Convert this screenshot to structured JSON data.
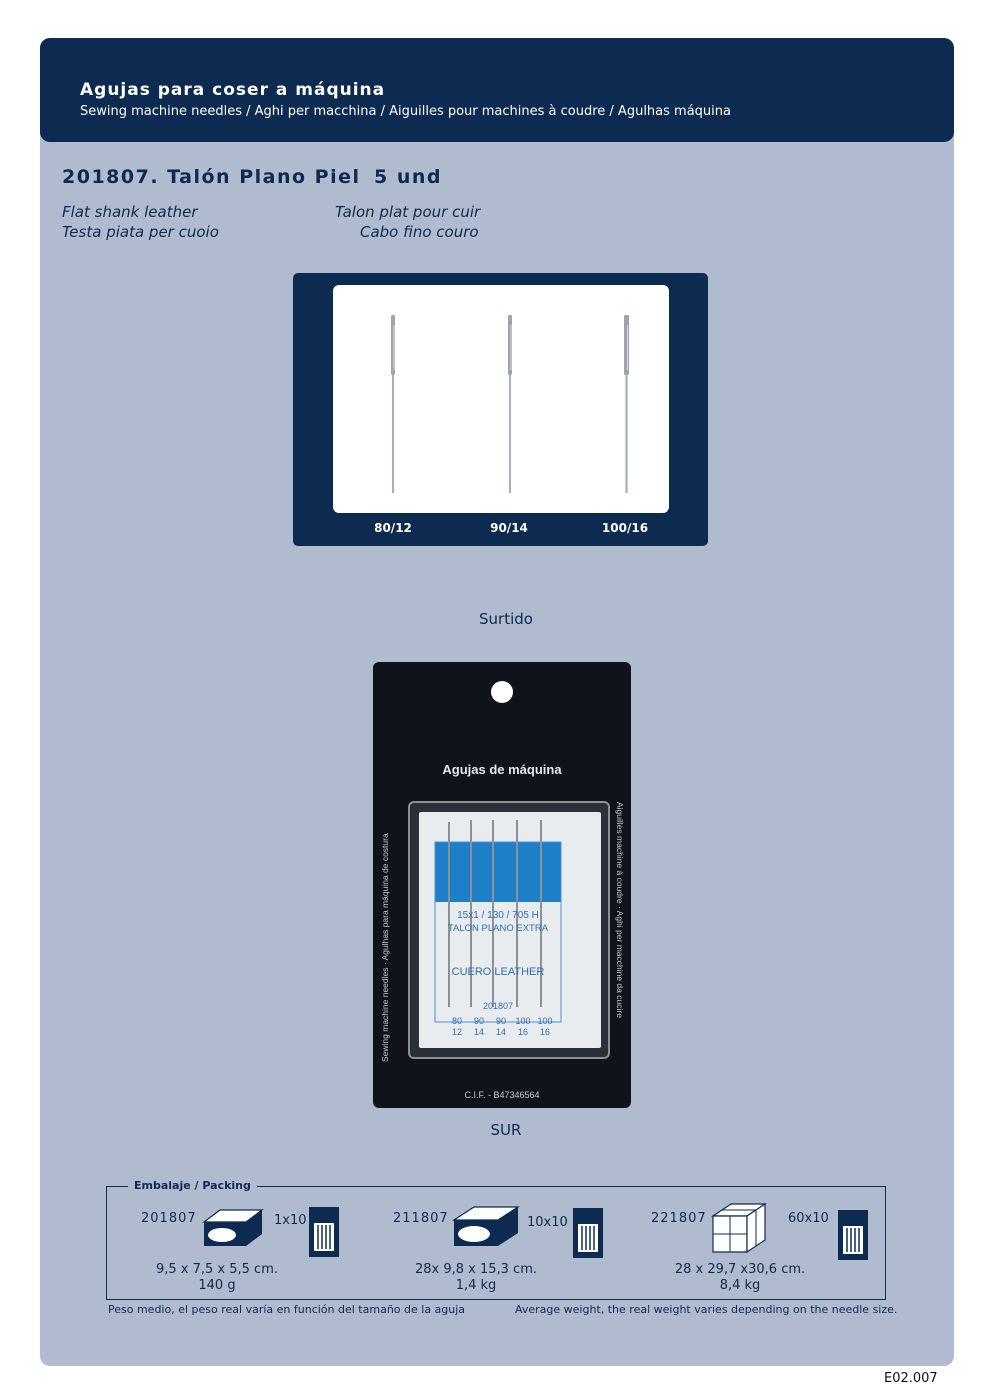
{
  "header": {
    "title": "Agujas para coser a máquina",
    "subtitle": "Sewing machine needles / Aghi per macchina / Aiguilles pour machines à coudre / Agulhas máquina"
  },
  "product": {
    "title": "201807. Talón Plano Piel",
    "quantity": "5 und",
    "names": [
      "Flat shank leather",
      "Testa piata per cuoio",
      "Talon plat pour cuir",
      "Cabo fino couro"
    ]
  },
  "needle_sizes": [
    "80/12",
    "90/14",
    "100/16"
  ],
  "captions": {
    "assorted": "Surtido",
    "sur": "SUR"
  },
  "package_image": {
    "header": "Agujas de máquina",
    "side_left": "Sewing machine needles · Agulhas para máquina de costura",
    "side_right": "Aiguilles machine à coudre · Aghi per macchine da cucire",
    "spec": "15x1 / 130 / 705 H",
    "type": "TALON PLANO EXTRA",
    "material": "CUERO  LEATHER",
    "code": "201807",
    "sizes_top": [
      "80",
      "90",
      "90",
      "100",
      "100"
    ],
    "sizes_bottom": [
      "12",
      "14",
      "14",
      "16",
      "16"
    ],
    "cif": "C.I.F. - B47346564"
  },
  "packing": {
    "legend": "Embalaje / Packing",
    "items": [
      {
        "code": "201807",
        "qty": "1x10",
        "dims": "9,5 x 7,5 x 5,5 cm.",
        "weight": "140 g"
      },
      {
        "code": "211807",
        "qty": "10x10",
        "dims": "28x 9,8 x 15,3 cm.",
        "weight": "1,4 kg"
      },
      {
        "code": "221807",
        "qty": "60x10",
        "dims": "28 x 29,7 x30,6 cm.",
        "weight": "8,4 kg"
      }
    ]
  },
  "footnotes": {
    "es": "Peso medio, el peso real varía en función del tamaño de la aguja",
    "en": "Average weight, the real weight varies depending on the needle size."
  },
  "page_ref": "E02.007",
  "colors": {
    "navy": "#0d2a50",
    "panel": "#b1bbcf"
  }
}
